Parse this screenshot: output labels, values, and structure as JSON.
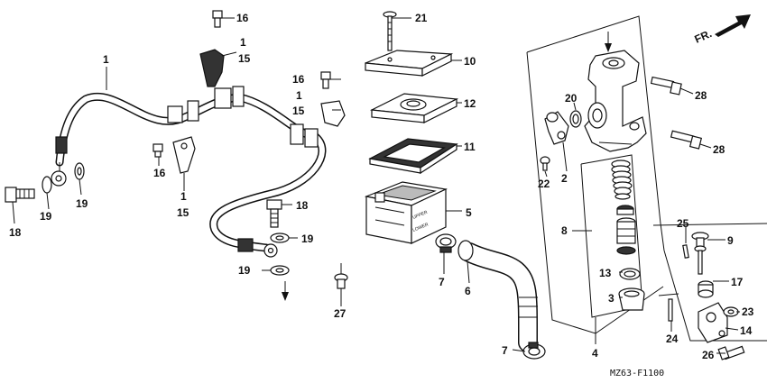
{
  "diagram_code": "MZ63-F1100",
  "direction_label": "FR.",
  "reservoir_text": {
    "line1": "LOWER",
    "line2": "UPPER"
  },
  "callouts": {
    "c1a": "1",
    "c1b": "1",
    "c1c": "1",
    "c1d": "1",
    "c2": "2",
    "c3": "3",
    "c4": "4",
    "c5": "5",
    "c6": "6",
    "c7a": "7",
    "c7b": "7",
    "c8": "8",
    "c9": "9",
    "c10": "10",
    "c11": "11",
    "c12": "12",
    "c13": "13",
    "c14": "14",
    "c15a": "15",
    "c15b": "15",
    "c15c": "15",
    "c16a": "16",
    "c16b": "16",
    "c16c": "16",
    "c17": "17",
    "c18a": "18",
    "c18b": "18",
    "c19a": "19",
    "c19b": "19",
    "c19c": "19",
    "c19d": "19",
    "c20": "20",
    "c21": "21",
    "c22": "22",
    "c23": "23",
    "c24": "24",
    "c25": "25",
    "c26": "26",
    "c27": "27",
    "c28a": "28",
    "c28b": "28"
  }
}
